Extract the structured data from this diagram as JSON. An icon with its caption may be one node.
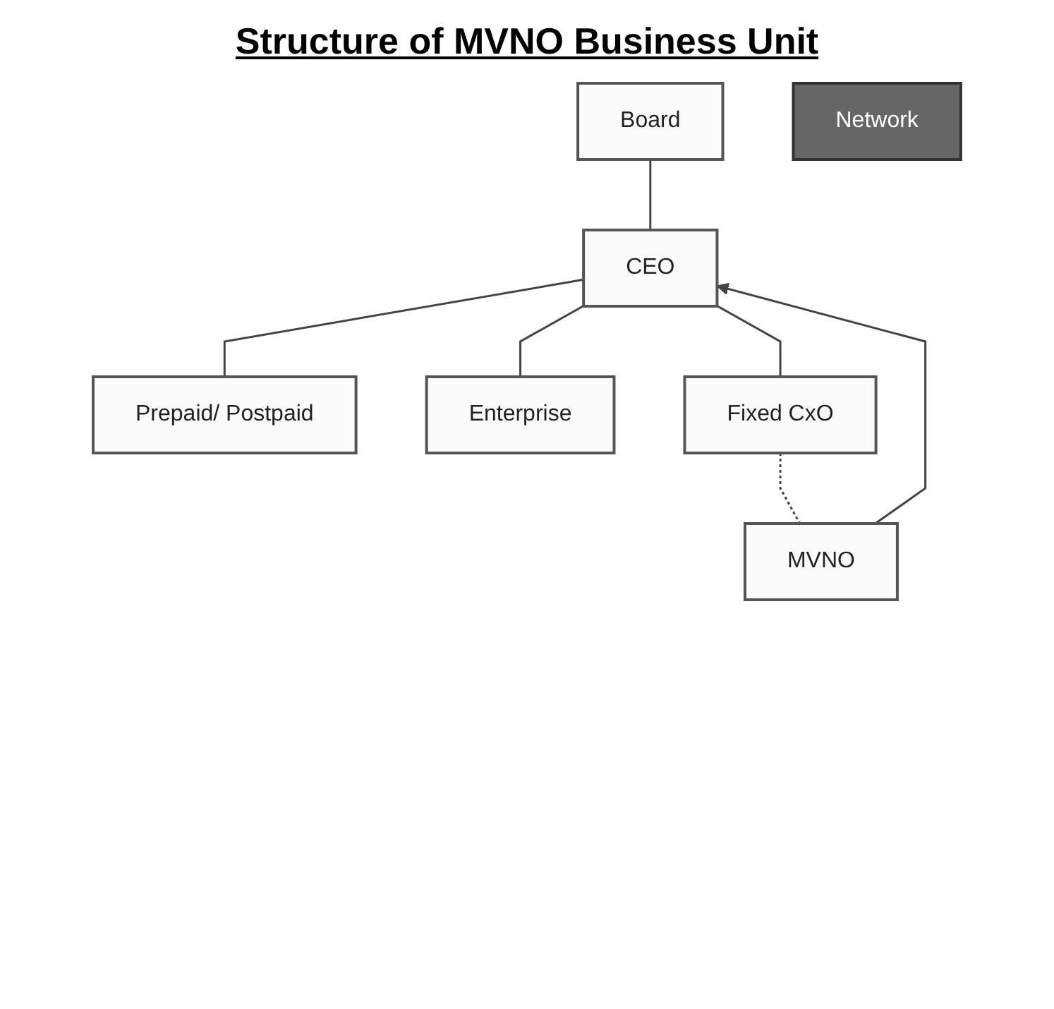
{
  "diagram": {
    "title": "Structure of MVNO Business Unit",
    "nodes": [
      {
        "text": [
          "Board"
        ]
      },
      {
        "text": [
          "CEO"
        ]
      },
      {
        "text": [
          "Prepaid/ Postpaid"
        ]
      },
      {
        "text": [
          "Enterprise"
        ]
      },
      {
        "text": [
          "Fixed CxO"
        ]
      },
      {
        "text": [
          "MVNO"
        ]
      },
      {
        "text": [
          "Network"
        ]
      }
    ],
    "edges": [
      {
        "from": 0,
        "to": 1,
        "arrow": "none"
      },
      {
        "from": 1,
        "to": 2,
        "arrow": "none"
      },
      {
        "from": 1,
        "to": 3,
        "arrow": "none"
      },
      {
        "from": 1,
        "to": 4,
        "arrow": "none"
      },
      {
        "from": 4,
        "to": 5,
        "arrow": "none",
        "style": "dashed"
      },
      {
        "from": 5,
        "to": 1,
        "arrow": "to"
      }
    ]
  }
}
